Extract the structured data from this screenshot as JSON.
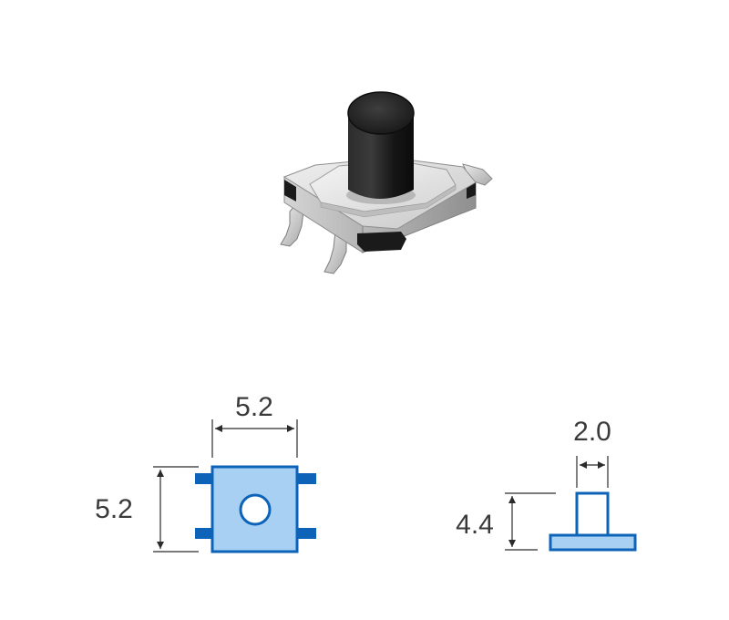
{
  "dimensions": {
    "top_view_width": "5.2",
    "top_view_height": "5.2",
    "side_view_stem_width": "2.0",
    "side_view_height": "4.4"
  },
  "colors": {
    "outline_blue": "#0d63b8",
    "fill_light_blue": "#a8d0f3",
    "dimension_line": "#2b2b2b",
    "dimension_text": "#3a3a3a",
    "metal_light": "#e4e4e4",
    "metal_mid": "#c7c7c7",
    "metal_dark": "#9a9a9a",
    "actuator_black": "#1c1c1c"
  }
}
